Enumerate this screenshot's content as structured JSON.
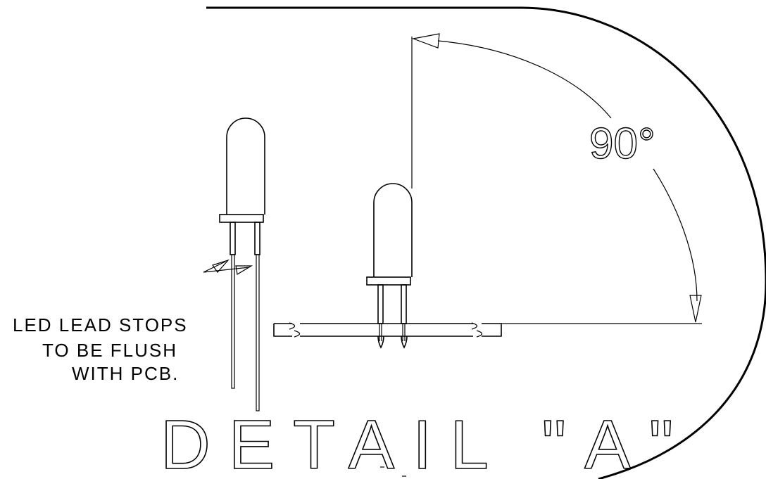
{
  "note": {
    "lines": [
      "LED LEAD STOPS",
      "TO BE FLUSH",
      "WITH PCB."
    ]
  },
  "angle_label": "90°",
  "title": "DETAIL \"A\""
}
